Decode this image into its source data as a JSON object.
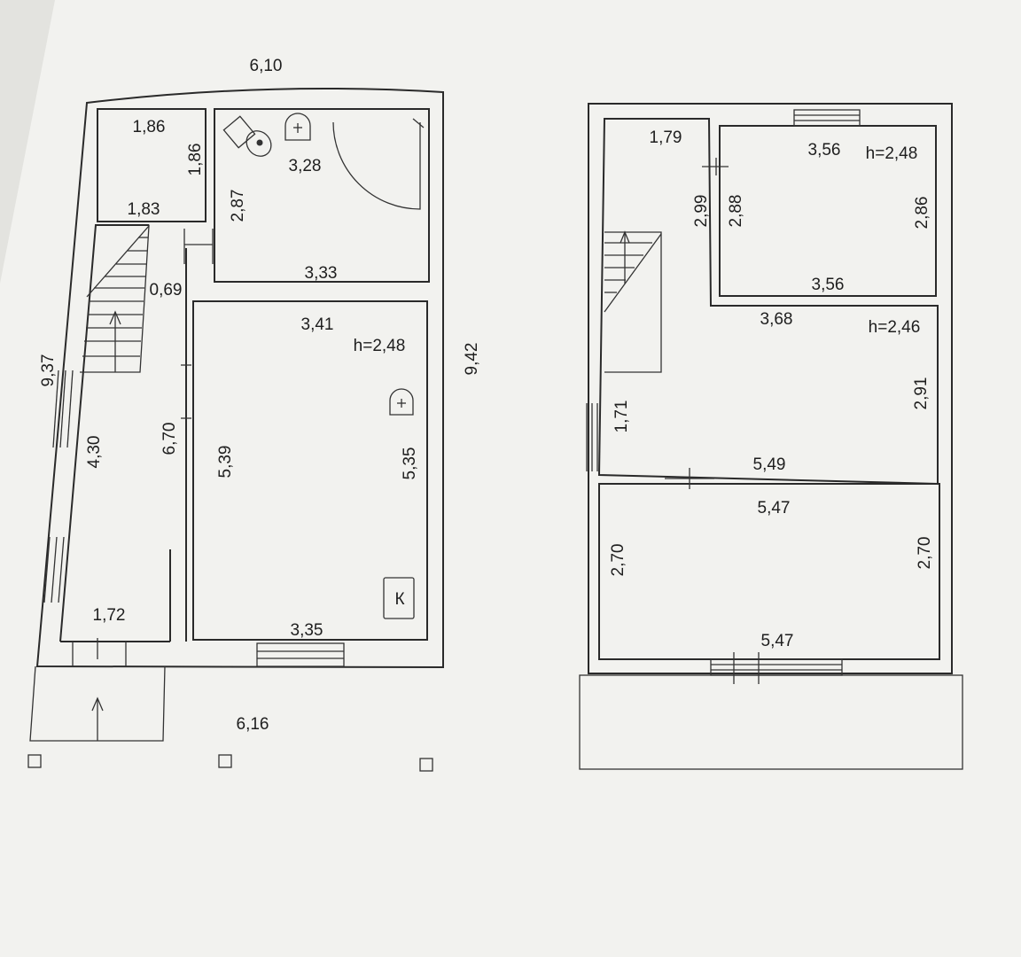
{
  "colors": {
    "paper": "#f2f2ef",
    "line": "#2a2a2a",
    "text": "#1e1e1e",
    "shadow": "#e3e3df"
  },
  "icons": [
    "toilet-icon",
    "sink-icon",
    "stair-arrow-icon",
    "entry-arrow-icon",
    "boiler-icon",
    "column-marker-icon"
  ],
  "ground_floor": {
    "overall": {
      "top_width": "6,10",
      "bottom_width": "6,16",
      "left_length": "9,37",
      "right_length": "9,42"
    },
    "closet": {
      "width_top": "1,86",
      "depth": "1,86",
      "width_bottom": "1,83"
    },
    "bathroom": {
      "width_top": "3,28",
      "depth": "2,87",
      "width_bottom": "3,33"
    },
    "hall": {
      "offset": "0,69",
      "length": "6,70",
      "wall_length": "4,30",
      "width_bottom": "1,72"
    },
    "living": {
      "width_top": "3,41",
      "height": "h=2,48",
      "length_left": "5,39",
      "length_right": "5,35",
      "width_bottom": "3,35",
      "boiler_label": "К"
    }
  },
  "upper_floor": {
    "landing": {
      "width": "1,79",
      "depth": "2,99"
    },
    "bedroom": {
      "width_top": "3,56",
      "height": "h=2,48",
      "depth_left": "2,88",
      "depth_right": "2,86",
      "width_bottom": "3,56"
    },
    "hall": {
      "width_top": "3,68",
      "height": "h=2,46",
      "depth_left": "1,71",
      "depth_right": "2,91",
      "width_bottom": "5,49"
    },
    "room": {
      "width_top": "5,47",
      "depth_left": "2,70",
      "depth_right": "2,70",
      "width_bottom": "5,47"
    }
  }
}
